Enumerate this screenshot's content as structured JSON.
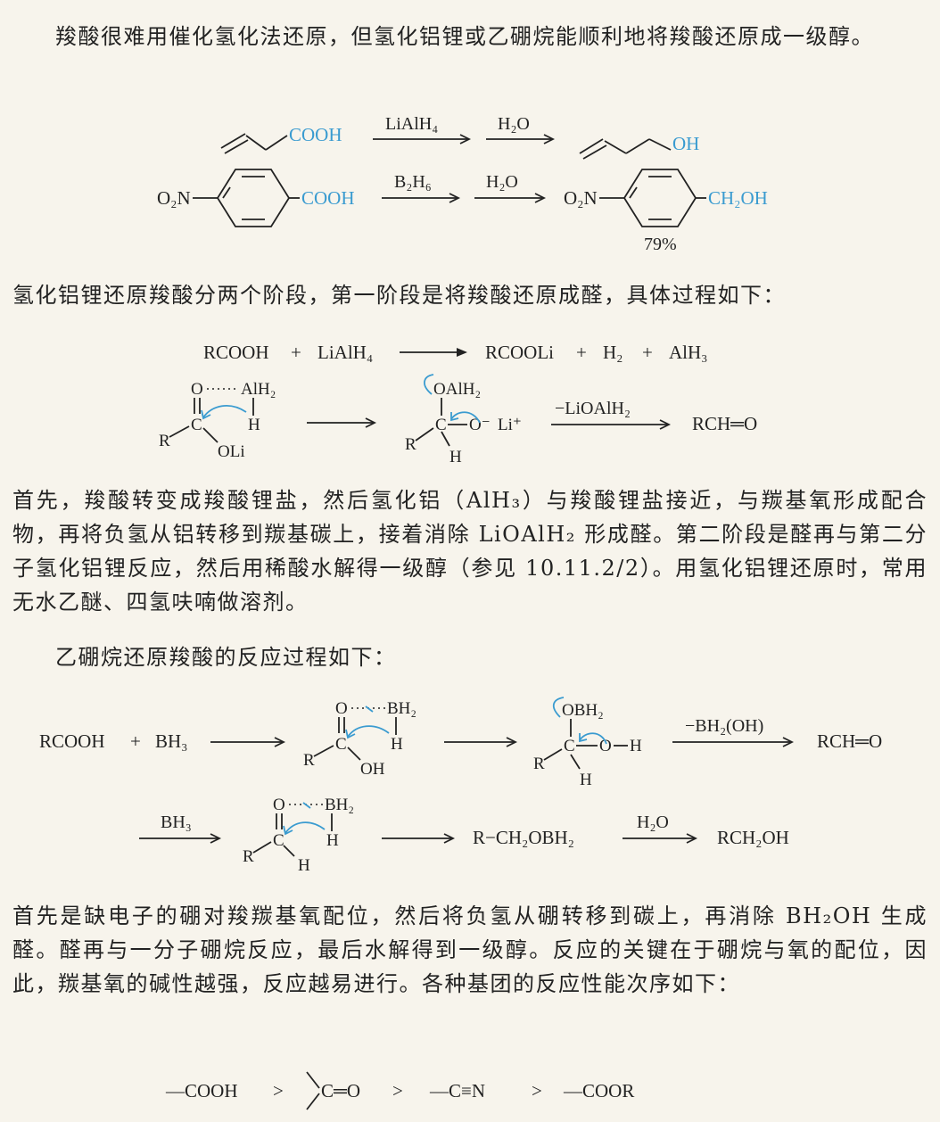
{
  "paragraphs": {
    "p1": "羧酸很难用催化氢化法还原，但氢化铝锂或乙硼烷能顺利地将羧酸还原成一级醇。",
    "p2": "氢化铝锂还原羧酸分两个阶段，第一阶段是将羧酸还原成醛，具体过程如下：",
    "p3": "首先，羧酸转变成羧酸锂盐，然后氢化铝（AlH₃）与羧酸锂盐接近，与羰基氧形成配合物，再将负氢从铝转移到羰基碳上，接着消除 LiOAlH₂ 形成醛。第二阶段是醛再与第二分子氢化铝锂反应，然后用稀酸水解得一级醇（参见 10.11.2/2）。用氢化铝锂还原时，常用无水乙醚、四氢呋喃做溶剂。",
    "p4": "乙硼烷还原羧酸的反应过程如下：",
    "p5": "首先是缺电子的硼对羧羰基氧配位，然后将负氢从硼转移到碳上，再消除 BH₂OH 生成醛。醛再与一分子硼烷反应，最后水解得到一级醇。反应的关键在于硼烷与氧的配位，因此，羰基氧的碱性越强，反应越易进行。各种基团的反应性能次序如下："
  },
  "scheme1": {
    "r1_reagent1": "LiAlH₄",
    "r1_reagent2": "H₂O",
    "r1_start_group": "COOH",
    "r1_product_group": "OH",
    "r2_start_sub": "O₂N",
    "r2_start_group": "COOH",
    "r2_reagent1": "B₂H₆",
    "r2_reagent2": "H₂O",
    "r2_product_sub": "O₂N",
    "r2_product_group": "CH₂OH",
    "r2_yield": "79%"
  },
  "scheme2": {
    "eq": [
      "RCOOH",
      "+",
      "LiAlH₄",
      "RCOOLi",
      "+",
      "H₂",
      "+",
      "AlH₃"
    ],
    "int1": {
      "o": "O",
      "al": "AlH₂",
      "c": "C",
      "h": "H",
      "r": "R",
      "oli": "OLi"
    },
    "int2": {
      "oal": "OAlH₂",
      "c": "C",
      "om": "O⁻",
      "li": "Li⁺",
      "r": "R",
      "h": "H"
    },
    "reagent": "−LiOAlH₂",
    "product": "RCH═O"
  },
  "scheme3": {
    "start": "RCOOH",
    "plus": "+",
    "bh3": "BH₃",
    "int1": {
      "o": "O",
      "b": "BH₂",
      "c": "C",
      "h": "H",
      "r": "R",
      "oh": "OH"
    },
    "int2": {
      "ob": "OBH₂",
      "c": "C",
      "o": "O",
      "h1": "H",
      "r": "R",
      "h2": "H"
    },
    "reagent": "−BH₂(OH)",
    "product": "RCH═O"
  },
  "scheme4": {
    "reagent1": "BH₃",
    "int": {
      "o": "O",
      "b": "BH₂",
      "c": "C",
      "h": "H",
      "r": "R",
      "h2": "H"
    },
    "mid": "R−CH₂OBH₂",
    "reagent2": "H₂O",
    "product": "RCH₂OH"
  },
  "order": [
    "—COOH",
    ">",
    "C═O",
    ">",
    "—C≡N",
    ">",
    "—COOR"
  ]
}
